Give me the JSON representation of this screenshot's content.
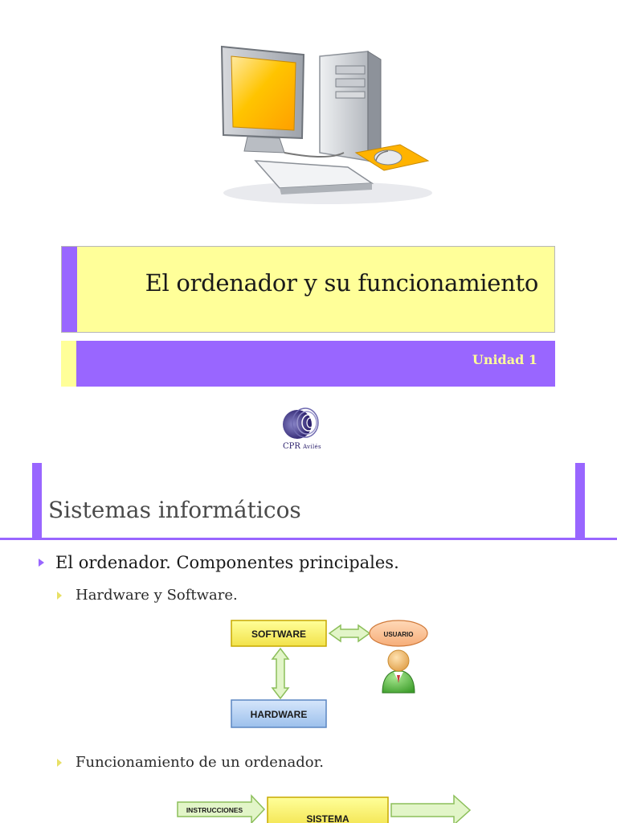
{
  "slide1": {
    "title": "El ordenador y su funcionamiento",
    "subtitle": "Unidad 1",
    "logo": {
      "main": "CPR",
      "sub": "Avilés"
    }
  },
  "slide2": {
    "heading": "Sistemas informáticos",
    "bullets": {
      "level1": "El ordenador. Componentes principales.",
      "level2a": "Hardware y Software.",
      "level2b": "Funcionamiento de un ordenador."
    },
    "diagram1": {
      "software": "SOFTWARE",
      "hardware": "HARDWARE",
      "usuario": "USUARIO"
    },
    "diagram2": {
      "instrucciones": "INSTRUCCIONES",
      "sistema": "SISTEMA"
    }
  },
  "colors": {
    "accent_purple": "#9966ff",
    "accent_yellow": "#ffff99"
  }
}
